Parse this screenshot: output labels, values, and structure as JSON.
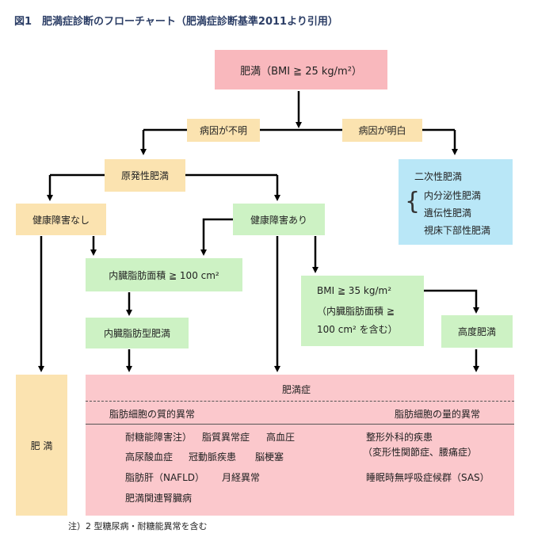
{
  "title": "図1　肥満症診断のフローチャート（肥満症診断基準2011より引用）",
  "nodes": {
    "obesity_bmi": "肥満（BMI ≧ 25 kg/m²）",
    "cause_unknown": "病因が不明",
    "cause_known": "病因が明白",
    "primary_obesity": "原発性肥満",
    "no_health_disorder": "健康障害なし",
    "health_disorder": "健康障害あり",
    "secondary": {
      "heading": "二次性肥満",
      "items": [
        "内分泌性肥満",
        "遺伝性肥満",
        "視床下部性肥満"
      ]
    },
    "visceral_fat_area": "内臓脂肪面積 ≧ 100 cm²",
    "visceral_fat_obesity": "内臓脂肪型肥満",
    "bmi35": [
      "BMI ≧ 35 kg/m²",
      "（内臓脂肪面積 ≧",
      "100 cm² を含む）"
    ],
    "severe_obesity": "高度肥満",
    "obesity_plain": "肥 満",
    "obesity_disease": "肥満症",
    "qualitative": "脂肪細胞の質的異常",
    "quantitative": "脂肪細胞の量的異常",
    "qualitative_list": [
      [
        "耐糖能障害注）",
        "脂質異常症",
        "高血圧"
      ],
      [
        "高尿酸血症",
        "冠動脈疾患",
        "脳梗塞"
      ],
      [
        "脂肪肝（NAFLD）",
        "月経異常"
      ],
      [
        "肥満関連腎臓病"
      ]
    ],
    "quantitative_list": [
      "整形外科的疾患",
      "（変形性関節症、腰痛症）",
      "睡眠時無呼吸症候群（SAS）"
    ]
  },
  "footnote": "注）2 型糖尿病・耐糖能異常を含む",
  "colors": {
    "pink": "#f9b8bd",
    "tan": "#fbe3b0",
    "green": "#cdf2c4",
    "blue": "#b9e7f7",
    "arrow": "#000000"
  }
}
